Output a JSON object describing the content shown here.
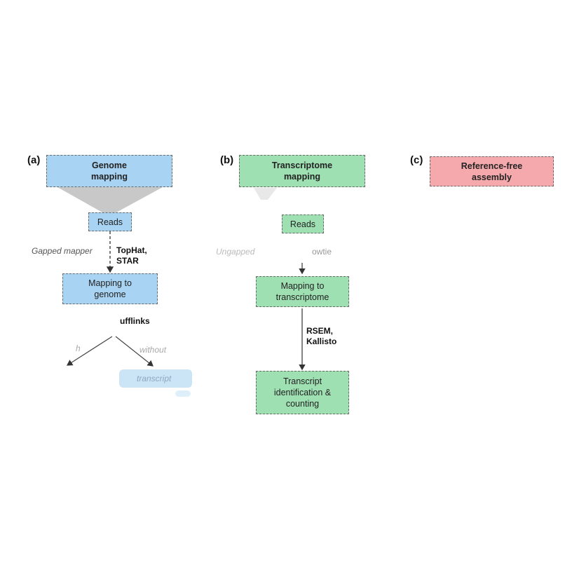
{
  "panels": {
    "a": {
      "label": "(a)",
      "title_box": "Genome\nmapping",
      "reads": "Reads",
      "edge_left_label": "Gapped mapper",
      "edge_right_label": "TopHat,\nSTAR",
      "mapping_box": "Mapping to\ngenome",
      "cufflinks_label": "ufflinks",
      "branch_left_label": "h",
      "branch_right_label": "without",
      "bottom_right_box": "transcript"
    },
    "b": {
      "label": "(b)",
      "title_box": "Transcriptome\nmapping",
      "reads": "Reads",
      "edge_left_label": "Ungapped",
      "edge_right_label": "owtie",
      "mapping_box": "Mapping to\ntranscriptome",
      "edge2_label": "RSEM,\nKallisto",
      "final_box": "Transcript\nidentification &\ncounting"
    },
    "c": {
      "label": "(c)",
      "title_box": "Reference-free\nassembly"
    }
  },
  "colors": {
    "genome": "#a9d3f2",
    "transcriptome": "#9fe0b3",
    "reference_free": "#f5a9ad",
    "funnel": "#c8c8c8"
  }
}
